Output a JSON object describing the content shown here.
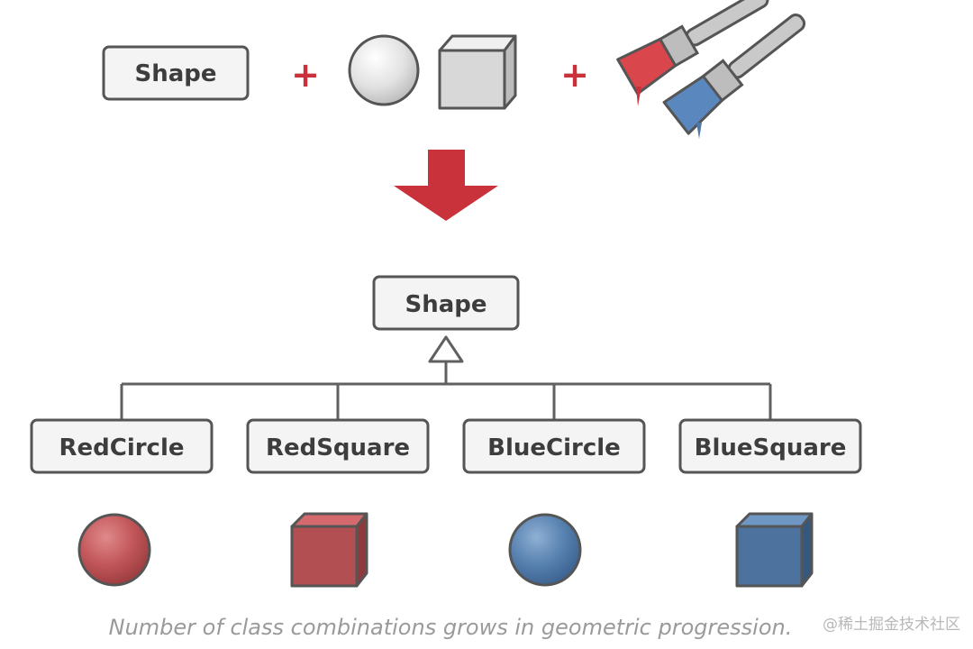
{
  "top_row": {
    "shape_box_label": "Shape",
    "plus_1": "+",
    "plus_2": "+",
    "icons": [
      "white-sphere-icon",
      "white-cube-icon",
      "red-paintbrush-icon",
      "blue-paintbrush-icon"
    ]
  },
  "hierarchy": {
    "parent_label": "Shape",
    "children": [
      {
        "label": "RedCircle",
        "icon": "red-sphere-icon"
      },
      {
        "label": "RedSquare",
        "icon": "red-cube-icon"
      },
      {
        "label": "BlueCircle",
        "icon": "blue-sphere-icon"
      },
      {
        "label": "BlueSquare",
        "icon": "blue-cube-icon"
      }
    ]
  },
  "caption": "Number of class combinations grows in geometric progression.",
  "watermark": "@稀土掘金技术社区",
  "colors": {
    "red": "#c9323a",
    "red_shape": "#c2575a",
    "blue_shape": "#4f78a6",
    "box_stroke": "#555555",
    "box_fill": "#f4f4f4",
    "line": "#606060"
  }
}
